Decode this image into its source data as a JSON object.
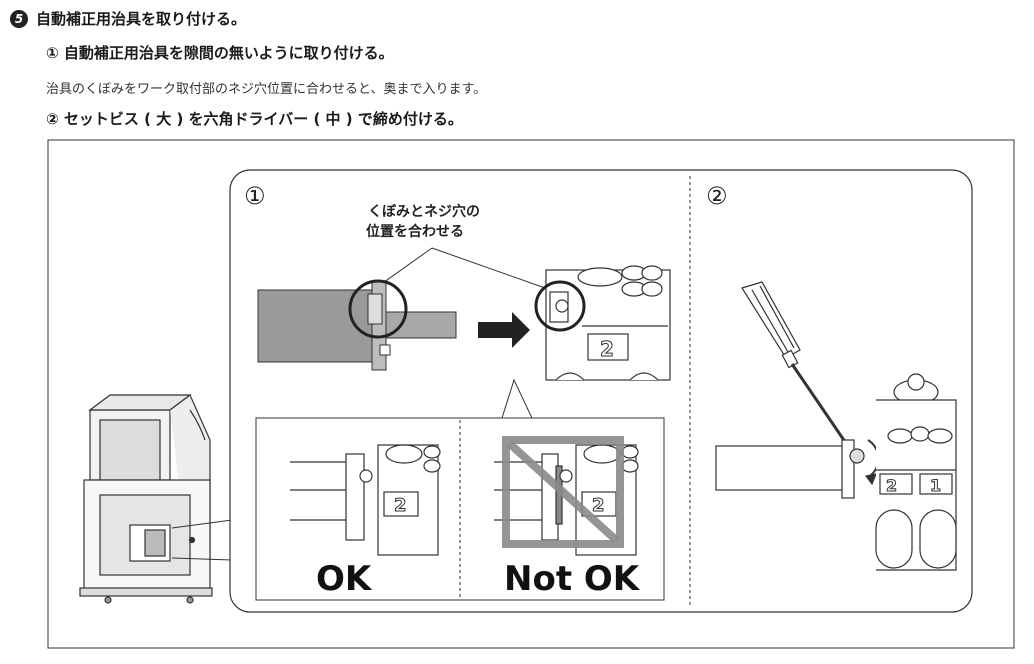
{
  "step": {
    "number": "5",
    "title": "自動補正用治具を取り付ける。"
  },
  "substeps": {
    "one": "① 自動補正用治具を隙間の無いように取り付ける。",
    "note": "治具のくぼみをワーク取付部のネジ穴位置に合わせると、奥まで入ります。",
    "two": "② セットビス ( 大 ) を六角ドライバー ( 中 ) で締め付ける。"
  },
  "figure": {
    "panel1_marker": "①",
    "panel2_marker": "②",
    "callout_line1": "くぼみとネジ穴の",
    "callout_line2": "位置を合わせる",
    "ok_label": "OK",
    "notok_label": "Not OK",
    "slot_number_1": "2",
    "slot_number_ok": "2",
    "slot_number_ng": "2",
    "slot_number_p2a": "2",
    "slot_number_p2b": "1",
    "ng_color": "#8a8a8a"
  }
}
